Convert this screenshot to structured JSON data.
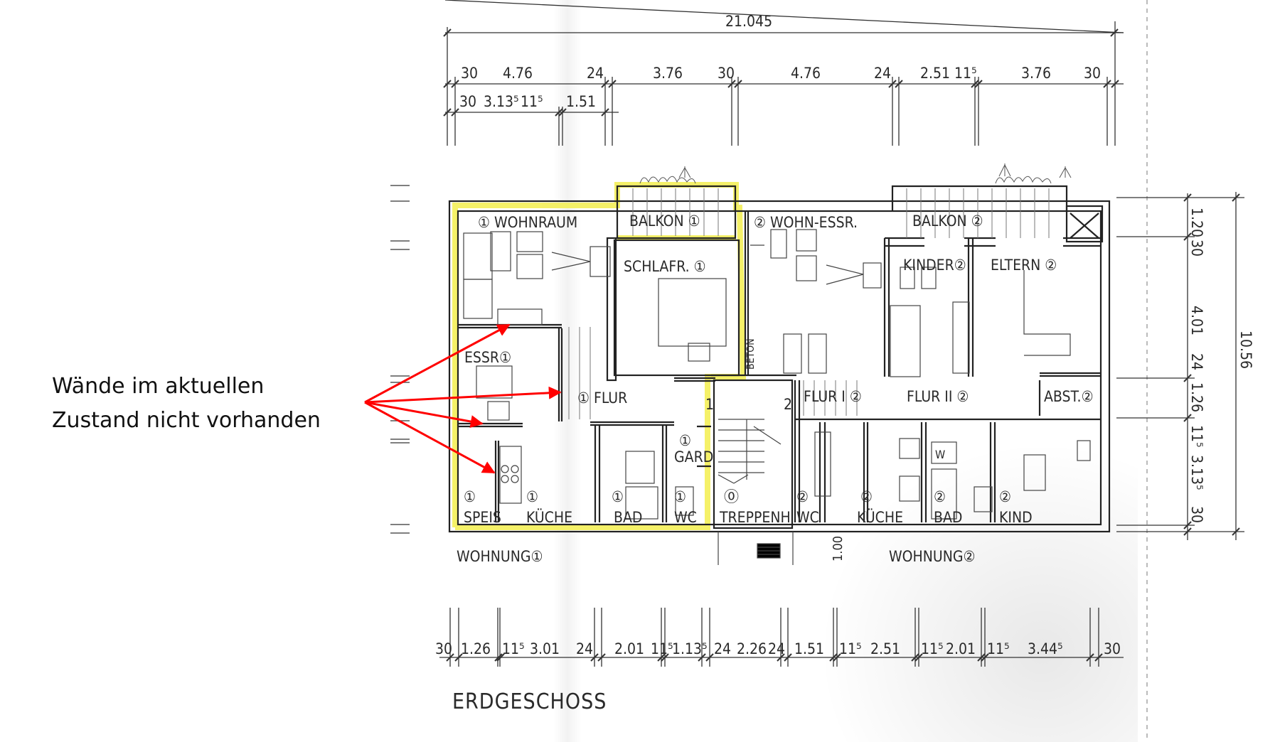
{
  "annotation": {
    "line1": "Wände im aktuellen",
    "line2": "Zustand nicht vorhanden",
    "arrow_color": "#ff0000",
    "highlight_color": "#f4f060"
  },
  "plan": {
    "title": "ERDGESCHOSS",
    "units": [
      {
        "label": "WOHNUNG",
        "number": "①"
      },
      {
        "label": "WOHNUNG",
        "number": "②"
      }
    ],
    "rooms": [
      {
        "id": "wohnraum1",
        "name": "WOHNRAUM",
        "unit": "1"
      },
      {
        "id": "balkon1",
        "name": "BALKON",
        "unit": "1"
      },
      {
        "id": "schlafr1",
        "name": "SCHLAFR.",
        "unit": "1"
      },
      {
        "id": "essr1",
        "name": "ESSR",
        "unit": "1"
      },
      {
        "id": "flur1",
        "name": "FLUR",
        "unit": "1"
      },
      {
        "id": "gard1",
        "name": "GARD",
        "unit": "1"
      },
      {
        "id": "speis1",
        "name": "SPEIS",
        "unit": "1"
      },
      {
        "id": "kuche1",
        "name": "KÜCHE",
        "unit": "1"
      },
      {
        "id": "bad1",
        "name": "BAD",
        "unit": "1"
      },
      {
        "id": "wc1",
        "name": "WC",
        "unit": "1"
      },
      {
        "id": "treppenh",
        "name": "TREPPENH",
        "unit": "0"
      },
      {
        "id": "wohnessr2",
        "name": "WOHN-ESSR.",
        "unit": "2"
      },
      {
        "id": "balkon2",
        "name": "BALKON",
        "unit": "2"
      },
      {
        "id": "kinder2",
        "name": "KINDER",
        "unit": "2"
      },
      {
        "id": "eltern2",
        "name": "ELTERN",
        "unit": "2"
      },
      {
        "id": "flurI2",
        "name": "FLUR I",
        "unit": "2"
      },
      {
        "id": "flurII2",
        "name": "FLUR II",
        "unit": "2"
      },
      {
        "id": "abst2",
        "name": "ABST.",
        "unit": "2"
      },
      {
        "id": "wc2",
        "name": "WC",
        "unit": "2"
      },
      {
        "id": "kuche2",
        "name": "KÜCHE",
        "unit": "2"
      },
      {
        "id": "bad2",
        "name": "BAD",
        "unit": "2"
      },
      {
        "id": "kind2",
        "name": "KIND",
        "unit": "2"
      }
    ],
    "labels": {
      "beton": "BETON",
      "door1": "1",
      "door2": "2",
      "washer": "W",
      "step_dim": "1.00"
    },
    "dimensions": {
      "overall_width": "21.045",
      "top_row1": [
        "30",
        "4.76",
        "24",
        "3.76",
        "30",
        "4.76",
        "24",
        "2.51",
        "11⁵",
        "3.76",
        "30"
      ],
      "top_row2": [
        "30",
        "3.13⁵",
        "11⁵",
        "1.51"
      ],
      "bottom_row": [
        "30",
        "1.26",
        "11⁵",
        "3.01",
        "24",
        "2.01",
        "11⁵",
        "1.13⁵",
        "24",
        "2.26",
        "24",
        "1.51",
        "11⁵",
        "2.51",
        "11⁵",
        "2.01",
        "11⁵",
        "3.44⁵",
        "30"
      ],
      "right_chain": [
        "1.20",
        "30",
        "4.01",
        "24",
        "1.26",
        "11⁵",
        "3.13⁵",
        "30"
      ],
      "overall_depth": "10.56"
    }
  }
}
